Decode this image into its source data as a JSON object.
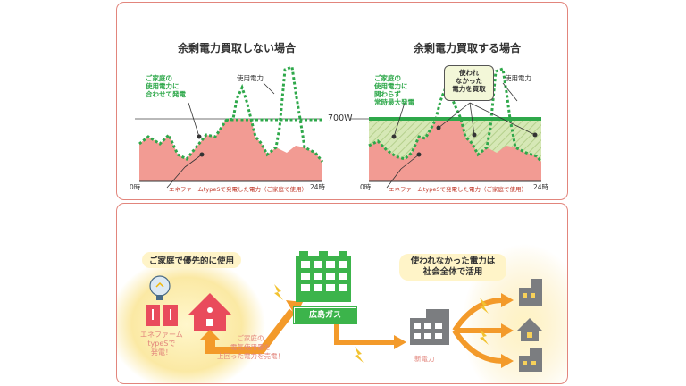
{
  "top_panel": {
    "left_chart": {
      "title": "余剰電力買取しない場合",
      "label_own_use": "ご家庭の\n使用電力に\n合わせて発電",
      "label_usage": "使用電力",
      "x_start": "0時",
      "x_end": "24時",
      "note": "エネファームtypeSで発電した電力（ご家庭で使用）"
    },
    "threshold_label": "700W",
    "right_chart": {
      "title": "余剰電力買取する場合",
      "label_max": "ご家庭の\n使用電力に\n関わらず\n常時最大発電",
      "label_sell": "使われ\nなかった\n電力を買取",
      "label_usage": "使用電力",
      "x_start": "0時",
      "x_end": "24時",
      "note": "エネファームtypeSで発電した電力（ご家庭で使用）"
    }
  },
  "bottom_panel": {
    "home_priority": "ご家庭で優先的に使用",
    "enefarm_label": "エネファーム\ntypeSで\n発電！",
    "surplus_label": "ご家庭の\n電気使用量を\n上回った電力を売電！",
    "company_label": "広島ガス",
    "new_power_label": "新電力",
    "society_label": "使われなかった電力は\n社会全体で活用"
  },
  "colors": {
    "accent_red": "#e2857c",
    "area_pink": "#f29b93",
    "line_green": "#2ea84a",
    "hatch_green": "#c9dfa8",
    "arrow_orange": "#f39a2a",
    "building_gray": "#7b7d80",
    "highlight_yellow": "#fbe9a4"
  }
}
